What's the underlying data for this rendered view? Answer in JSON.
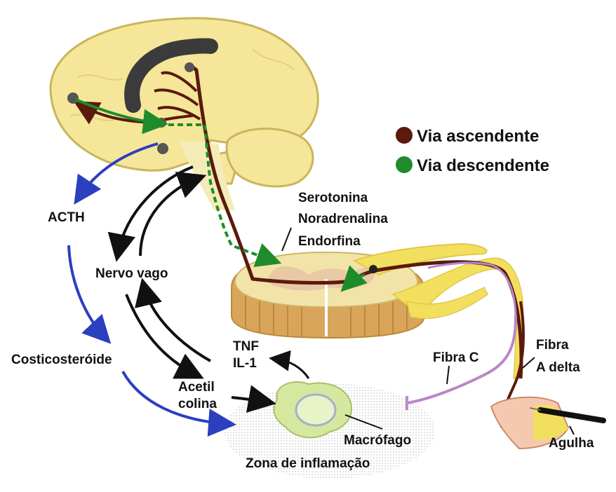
{
  "legend": {
    "ascending": {
      "label": "Via ascendente",
      "color": "#5a1a0c"
    },
    "descending": {
      "label": "Via descendente",
      "color": "#1e8c2a"
    }
  },
  "labels": {
    "neurotransmitters": [
      "Serotonina",
      "Noradrenalina",
      "Endorfina"
    ],
    "acth": "ACTH",
    "vagus": "Nervo vago",
    "corticosteroid": "Costicosteróide",
    "tnf": "TNF",
    "il1": "IL-1",
    "acetylcholine": [
      "Acetil",
      "colina"
    ],
    "fiber_c": "Fibra C",
    "fiber_adelta": [
      "Fibra",
      "A delta"
    ],
    "macrophage": "Macrófago",
    "inflammation": "Zona de inflamação",
    "needle": "Agulha"
  },
  "colors": {
    "brain": "#f5e69a",
    "brain_outline": "#c9b65a",
    "spinal_cord": "#f2e3a8",
    "bone": "#d9a55a",
    "nerve_yellow": "#f3df5e",
    "fiber_c": "#b987c8",
    "arrow_black": "#111111",
    "arrow_blue": "#2c3fbf",
    "macrophage": "#d6e8a0",
    "skin": "#f5c9b0"
  }
}
